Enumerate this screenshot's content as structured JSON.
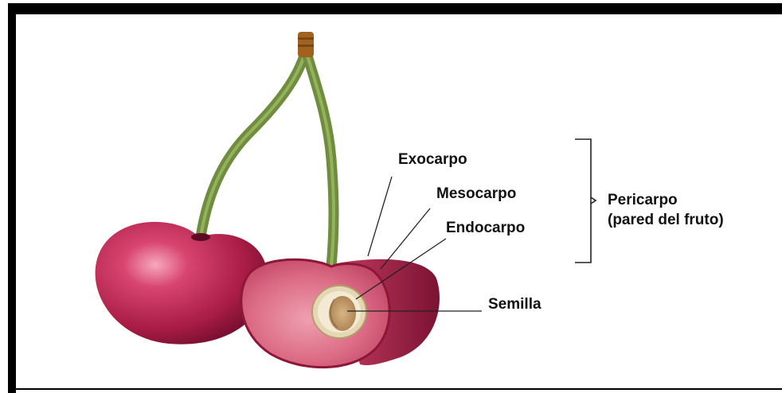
{
  "labels": {
    "exocarp": "Exocarpo",
    "mesocarp": "Mesocarpo",
    "endocarp": "Endocarpo",
    "pericarp": "Pericarpo",
    "pericarp_note": "(pared del fruto)",
    "seed": "Semilla"
  },
  "colors": {
    "cherry_dark": "#7a0f35",
    "cherry_mid": "#b8264f",
    "cherry_light": "#f08aa6",
    "flesh": "#d8657f",
    "stem": "#7f9a4a",
    "stem_tip": "#a0621c",
    "seed_shell": "#efe4c9",
    "seed_inner": "#c9a67a",
    "leader_line": "#222222"
  }
}
